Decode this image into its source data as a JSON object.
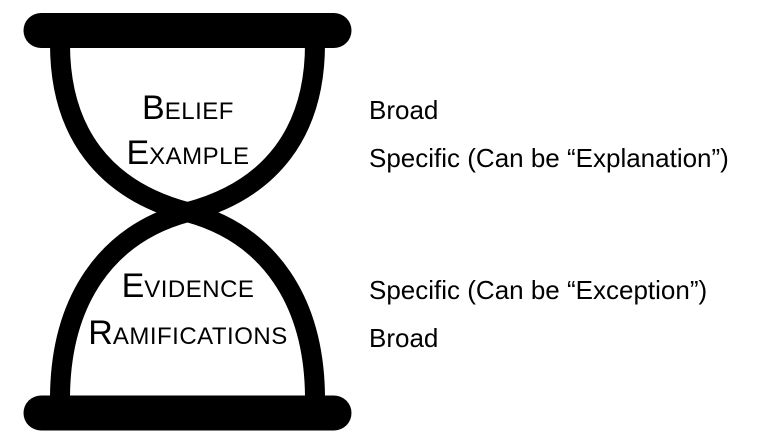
{
  "colors": {
    "shape": "#000000",
    "text": "#000000"
  },
  "hourglass": {
    "labels": [
      {
        "id": "belief",
        "initial": "B",
        "rest": "ELIEF"
      },
      {
        "id": "example",
        "initial": "E",
        "rest": "XAMPLE"
      },
      {
        "id": "evidence",
        "initial": "E",
        "rest": "VIDENCE"
      },
      {
        "id": "ramifications",
        "initial": "R",
        "rest": "AMIFICATIONS"
      }
    ]
  },
  "annotations": {
    "rows": [
      {
        "text": "Broad"
      },
      {
        "text": "Specific (Can be “Explanation”)"
      },
      {
        "text": "Specific (Can be “Exception”)"
      },
      {
        "text": "Broad"
      }
    ]
  }
}
